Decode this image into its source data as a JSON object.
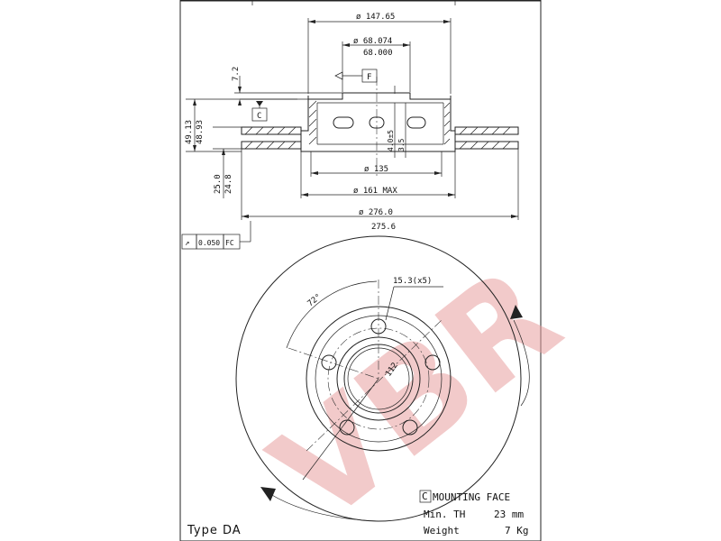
{
  "brand": {
    "watermark_text": "VBR",
    "watermark_color": "#e8a0a0"
  },
  "dimensions": {
    "outer_mounting_dia": "ø 147.65",
    "center_bore_max": "ø 68.074",
    "center_bore_min": "68.000",
    "hat_offset": "7.2",
    "bolt_circle_dia": "ø 135",
    "max_dia": "ø 161 MAX",
    "outer_dia": "ø 276.0",
    "outer_dia_min": "275.6",
    "total_height": "49.13",
    "total_height_min": "48.93",
    "thickness": "25.0",
    "thickness_min": "24.8",
    "hole_depth": "4.0±5",
    "hole_depth2": "3.5",
    "hole_size": "15.3(x5)",
    "angle": "72°",
    "pcd": "112"
  },
  "datums": {
    "face_label": "F",
    "mounting_label": "C"
  },
  "tolerance": {
    "symbol": "↗",
    "value": "0.050",
    "datum": "FC"
  },
  "legend": {
    "mounting_marker": "C",
    "mounting_face": "MOUNTING FACE",
    "min_th_label": "Min. TH",
    "min_th_value": "23 mm",
    "weight_label": "Weight",
    "weight_value": "7 Kg"
  },
  "type_label": "Type DA"
}
